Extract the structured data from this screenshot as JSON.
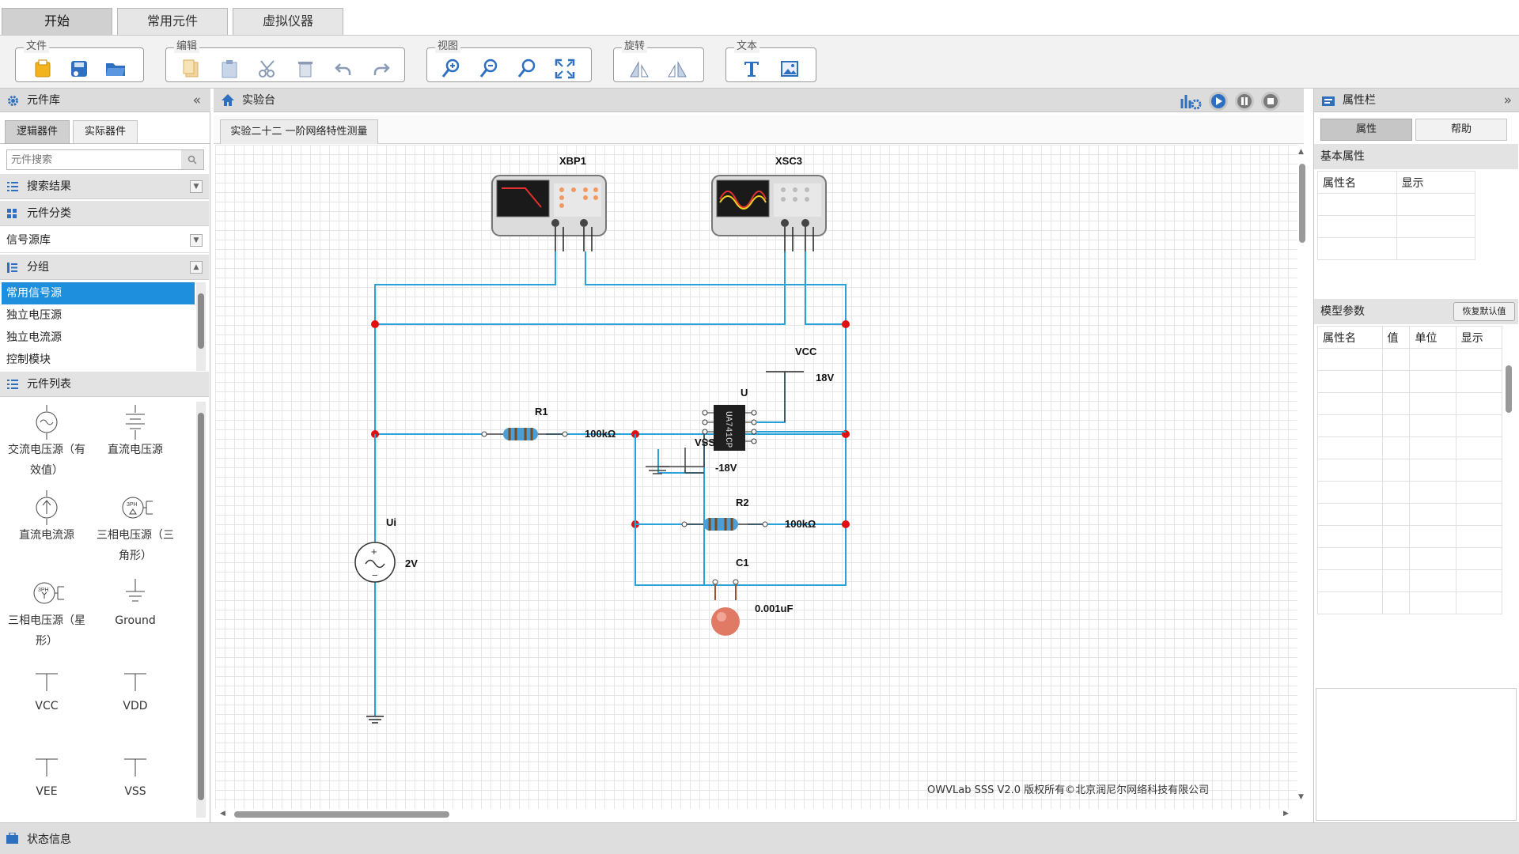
{
  "tabs": [
    "开始",
    "常用元件",
    "虚拟仪器"
  ],
  "ribbon": {
    "file": "文件",
    "edit": "编辑",
    "view": "视图",
    "rotate": "旋转",
    "text": "文本"
  },
  "library": {
    "title": "元件库",
    "collapse": "«",
    "subtabs": [
      "逻辑器件",
      "实际器件"
    ],
    "search_placeholder": "元件搜索",
    "search_results": "搜索结果",
    "category": "元件分类",
    "category_value": "信号源库",
    "groups": "分组",
    "group_items": [
      "常用信号源",
      "独立电压源",
      "独立电流源",
      "控制模块"
    ],
    "component_list": "元件列表",
    "components": [
      "交流电压源（有效值）",
      "直流电压源",
      "直流电流源",
      "三相电压源（三角形）",
      "三相电压源（星形）",
      "Ground",
      "VCC",
      "VDD",
      "VEE",
      "VSS"
    ]
  },
  "workbench": {
    "title": "实验台",
    "doc_tab": "实验二十二 一阶网络特性测量",
    "copyright": "OWVLab SSS V2.0 版权所有©北京润尼尔网络科技有限公司"
  },
  "circuit": {
    "XBP1": "XBP1",
    "XSC3": "XSC3",
    "VCC": "VCC",
    "VCC_val": "18V",
    "U": "U",
    "ic": "UA741CP",
    "VSS": "VSS",
    "VSS_val": "-18V",
    "R1": "R1",
    "R1_val": "100kΩ",
    "R2": "R2",
    "R2_val": "100kΩ",
    "Ui": "Ui",
    "Ui_val": "2V",
    "C1": "C1",
    "C1_val": "0.001uF"
  },
  "props": {
    "title": "属性栏",
    "expand": "»",
    "tabs": [
      "属性",
      "帮助"
    ],
    "basic": "基本属性",
    "basic_cols": [
      "属性名",
      "显示"
    ],
    "model": "模型参数",
    "restore": "恢复默认值",
    "model_cols": [
      "属性名",
      "值",
      "单位",
      "显示"
    ]
  },
  "status": {
    "title": "状态信息"
  },
  "colors": {
    "wire": "#2aa1d8",
    "node": "#e01010",
    "selected": "#1e8fdc"
  }
}
